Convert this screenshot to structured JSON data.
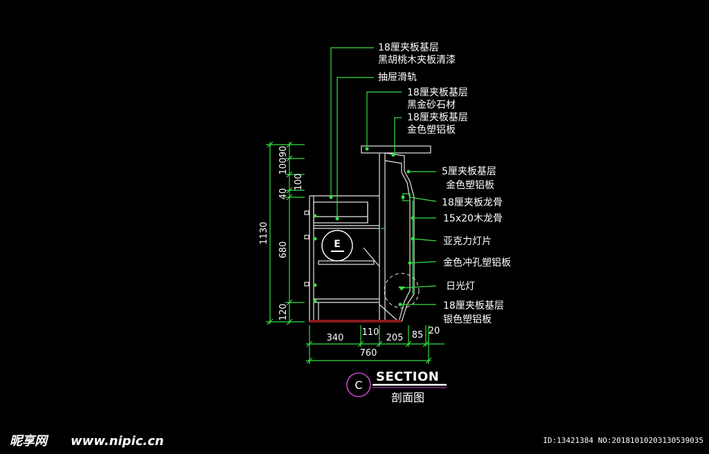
{
  "callouts": [
    {
      "lines": [
        "18厘夹板基层",
        "黑胡桃木夹板清漆"
      ]
    },
    {
      "lines": [
        "抽屉滑轨"
      ]
    },
    {
      "lines": [
        "18厘夹板基层",
        "黑金砂石材"
      ]
    },
    {
      "lines": [
        "18厘夹板基层",
        "金色塑铝板"
      ]
    },
    {
      "lines": [
        "5厘夹板基层",
        "金色塑铝板"
      ]
    },
    {
      "lines": [
        "18厘夹板龙骨"
      ]
    },
    {
      "lines": [
        "15x20木龙骨"
      ]
    },
    {
      "lines": [
        "亚克力灯片"
      ]
    },
    {
      "lines": [
        "金色冲孔塑铝板"
      ]
    },
    {
      "lines": [
        "日光灯"
      ]
    },
    {
      "lines": [
        "18厘夹板基层",
        "银色塑铝板"
      ]
    }
  ],
  "dimensions": {
    "vertical": [
      "90",
      "100",
      "100",
      "40",
      "680",
      "120"
    ],
    "total_height": "1130",
    "horizontal": [
      "340",
      "110",
      "205",
      "85",
      "20"
    ],
    "total_width": "760"
  },
  "detail_marker": "E",
  "section": {
    "marker": "C",
    "title": "SECTION",
    "subtitle": "剖面图"
  },
  "watermark": {
    "brand": "昵享网",
    "url": "www.nipic.cn",
    "id_text": "ID:13421384 NO:20181010203130539035"
  }
}
